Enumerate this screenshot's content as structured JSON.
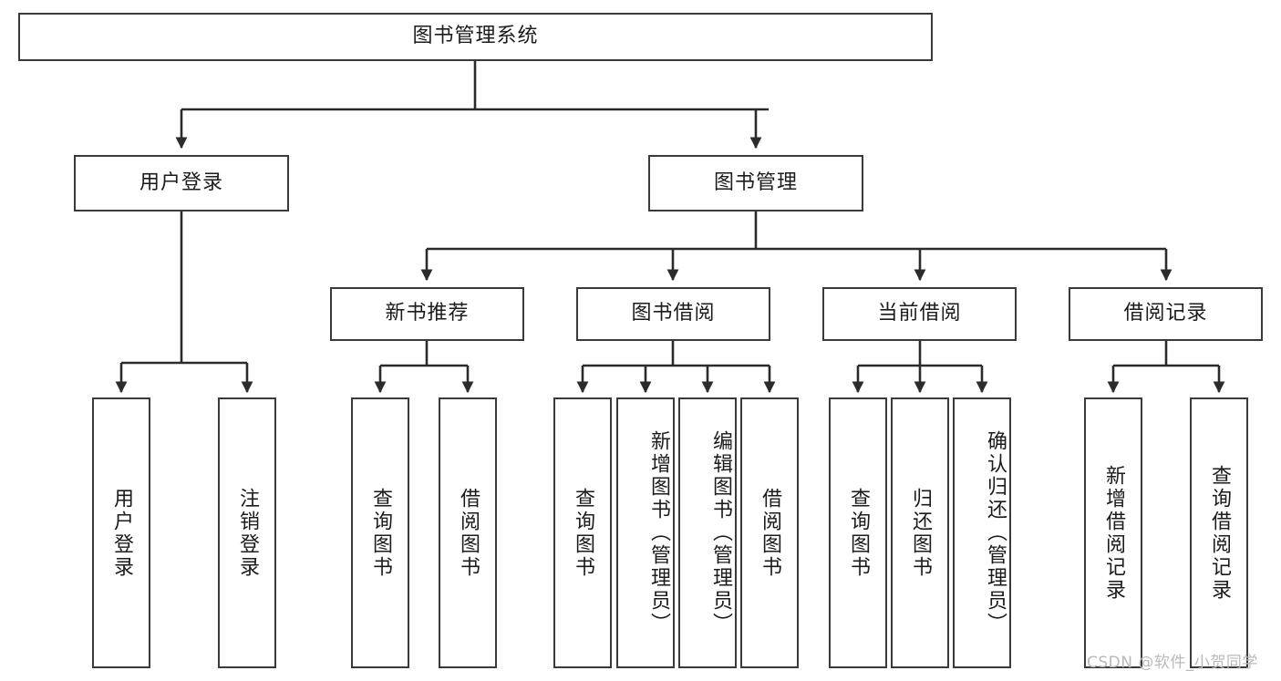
{
  "diagram": {
    "type": "tree-hierarchy",
    "title": "图书管理系统",
    "watermark": "CSDN @软件_小贺同学",
    "colors": {
      "box_border": "#3a3a3a",
      "box_fill": "#ffffff",
      "connector": "#2b2b2b",
      "text": "#1b1b1b",
      "watermark": "#b9b9b9",
      "background": "#ffffff"
    },
    "nodes": {
      "root": {
        "label": "图书管理系统",
        "level": 1
      },
      "user_login": {
        "label": "用户登录",
        "level": 2
      },
      "book_manage": {
        "label": "图书管理",
        "level": 2
      },
      "new_book_rec": {
        "label": "新书推荐",
        "level": 3
      },
      "book_borrow": {
        "label": "图书借阅",
        "level": 3
      },
      "current_borrow": {
        "label": "当前借阅",
        "level": 3
      },
      "borrow_record": {
        "label": "借阅记录",
        "level": 3
      },
      "leaf_user_login": {
        "label": "用户登录",
        "level": 4
      },
      "leaf_logout": {
        "label": "注销登录",
        "level": 4
      },
      "leaf_query_book_1": {
        "label": "查询图书",
        "level": 4
      },
      "leaf_borrow_book_1": {
        "label": "借阅图书",
        "level": 4
      },
      "leaf_query_book_2": {
        "label": "查询图书",
        "level": 4
      },
      "leaf_add_book": {
        "label": "新增图书（管理员）",
        "level": 4
      },
      "leaf_edit_book": {
        "label": "编辑图书（管理员）",
        "level": 4
      },
      "leaf_borrow_book_2": {
        "label": "借阅图书",
        "level": 4
      },
      "leaf_query_book_3": {
        "label": "查询图书",
        "level": 4
      },
      "leaf_return_book": {
        "label": "归还图书",
        "level": 4
      },
      "leaf_confirm_return": {
        "label": "确认归还（管理员）",
        "level": 4
      },
      "leaf_add_record": {
        "label": "新增借阅记录",
        "level": 4
      },
      "leaf_query_record": {
        "label": "查询借阅记录",
        "level": 4
      }
    }
  }
}
